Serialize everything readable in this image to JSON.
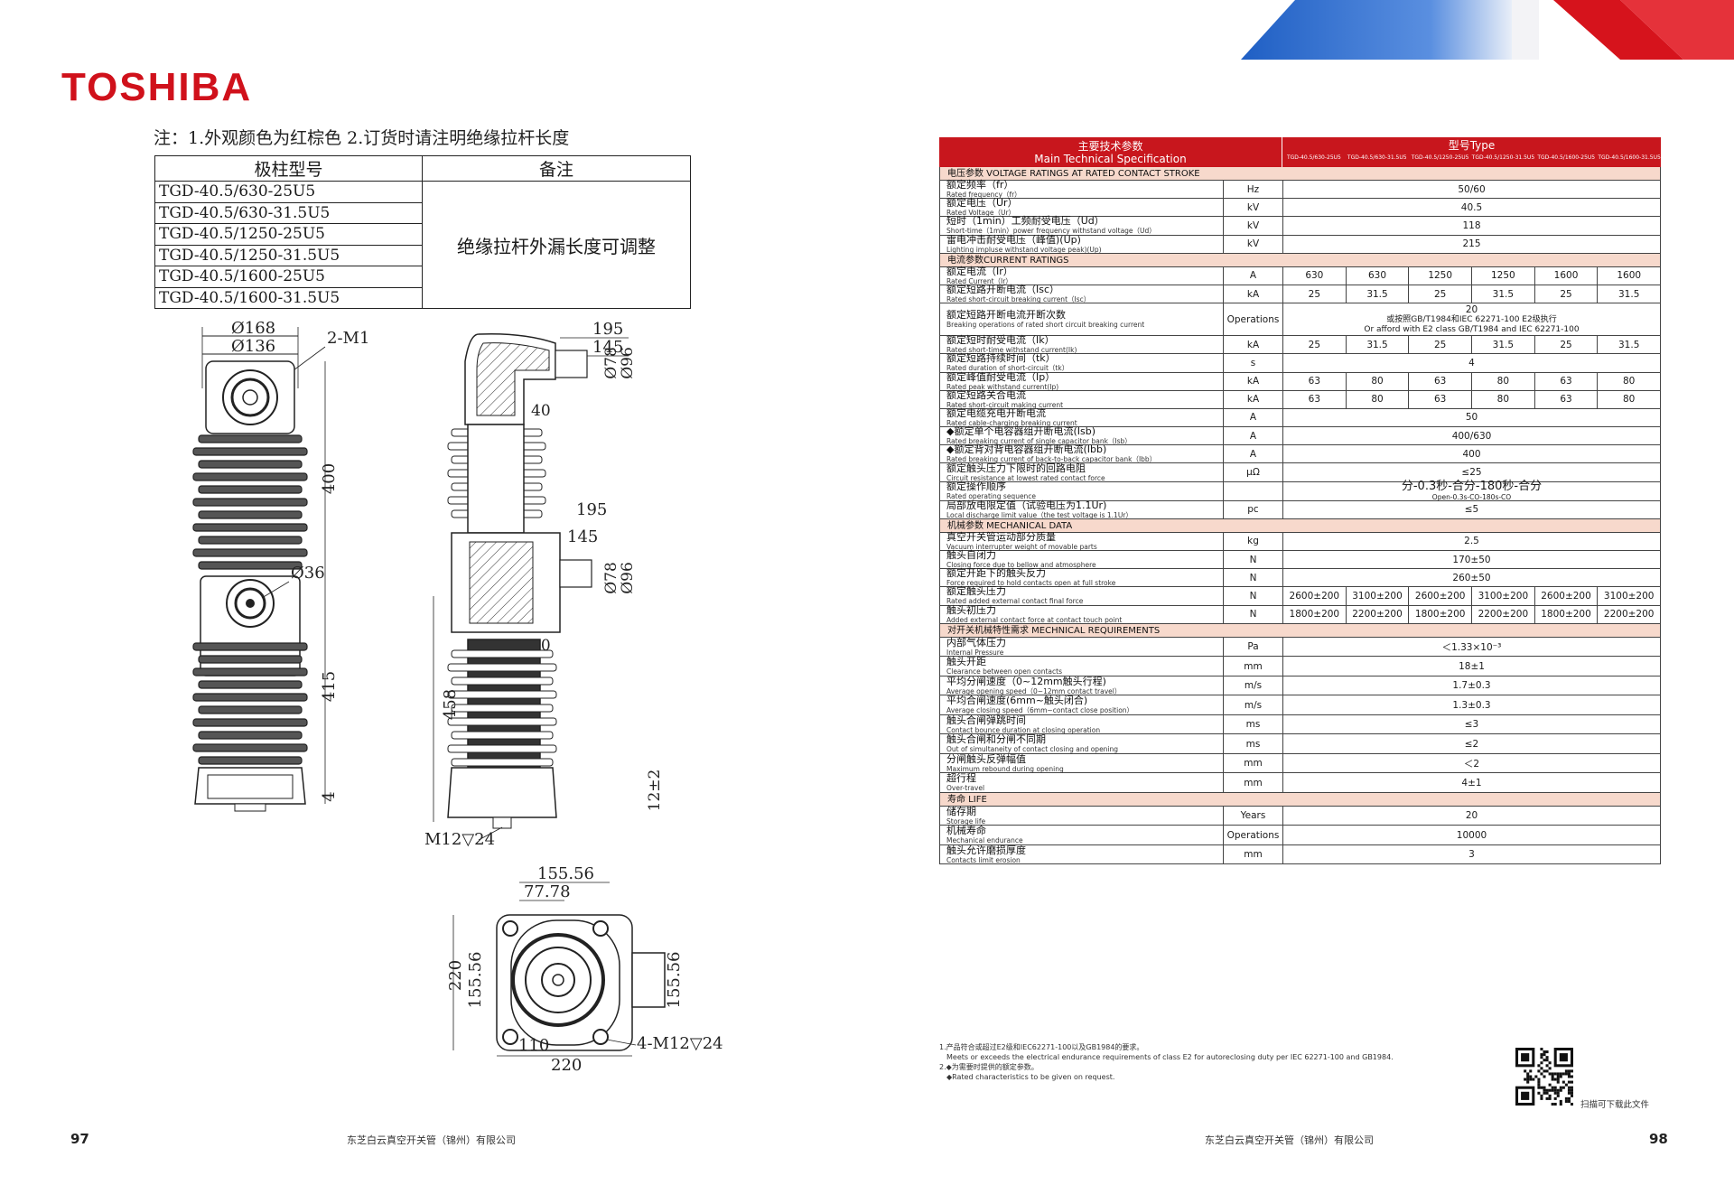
{
  "left_page": {
    "brand": "TOSHIBA",
    "note": "注：1.外观颜色为红棕色 2.订货时请注明绝缘拉杆长度",
    "model_table": {
      "headers": [
        "极柱型号",
        "备注"
      ],
      "models": [
        "TGD-40.5/630-25U5",
        "TGD-40.5/630-31.5U5",
        "TGD-40.5/1250-25U5",
        "TGD-40.5/1250-31.5U5",
        "TGD-40.5/1600-25U5",
        "TGD-40.5/1600-31.5U5"
      ],
      "remark": "绝缘拉杆外漏长度可调整"
    },
    "dimensions": {
      "d168": "Ø168",
      "d136": "Ø136",
      "m16": "2-M16",
      "h400": "400",
      "d36": "Ø36",
      "h415": "415",
      "h4": "4",
      "w195a": "195",
      "w145a": "145",
      "d78a": "Ø78",
      "d96a": "Ø96",
      "w40a": "40",
      "w195b": "195",
      "w145b": "145",
      "d78b": "Ø78",
      "d96b": "Ø96",
      "w40b": "40",
      "h458": "458",
      "h12": "12±2",
      "m12": "M12▽24",
      "w15556": "155.56",
      "w7778": "77.78",
      "h220": "220",
      "h15556a": "155.56",
      "h15556b": "155.56",
      "w110": "110",
      "w220": "220",
      "m12b": "4-M12▽24"
    },
    "page_number": "97",
    "company": "东芝白云真空开关管（锦州）有限公司"
  },
  "right_page": {
    "header": {
      "cn": "主要技术参数",
      "en": "Main Technical Specification",
      "type_label": "型号Type",
      "types": [
        "TGD-40.5/630-25U5",
        "TGD-40.5/630-31.5U5",
        "TGD-40.5/1250-25U5",
        "TGD-40.5/1250-31.5U5",
        "TGD-40.5/1600-25U5",
        "TGD-40.5/1600-31.5U5"
      ]
    },
    "sections": [
      {
        "title": "电压参数 VOLTAGE RATINGS AT RATED CONTACT STROKE",
        "rows": [
          {
            "cn": "额定频率（fr）",
            "en": "Rated frequency（fr）",
            "unit": "Hz",
            "values": [
              "50/60"
            ]
          },
          {
            "cn": "额定电压（Ur）",
            "en": "Rated Voltage（Ur）",
            "unit": "kV",
            "values": [
              "40.5"
            ]
          },
          {
            "cn": "短时（1min）工频耐受电压（Ud）",
            "en": "Short-time（1min）power frequency withstand voltage（Ud）",
            "unit": "kV",
            "values": [
              "118"
            ]
          },
          {
            "cn": "雷电冲击耐受电压（峰值)(Up)",
            "en": "Lighting impluse withstand voltage peak)(Up)",
            "unit": "kV",
            "values": [
              "215"
            ]
          }
        ]
      },
      {
        "title": "电流参数CURRENT RATINGS",
        "rows": [
          {
            "cn": "额定电流（Ir）",
            "en": "Rated Current（Ir）",
            "unit": "A",
            "values": [
              "630",
              "630",
              "1250",
              "1250",
              "1600",
              "1600"
            ]
          },
          {
            "cn": "额定短路开断电流（Isc）",
            "en": "Rated short-circuit breaking current（Isc）",
            "unit": "kA",
            "values": [
              "25",
              "31.5",
              "25",
              "31.5",
              "25",
              "31.5"
            ]
          },
          {
            "cn": "额定短路开断电流开断次数",
            "en": "Breaking operations of rated short circuit breaking current",
            "unit": "Operations",
            "values": [
              "20"
            ],
            "sub": "或按照GB/T1984和IEC 62271-100 E2级执行",
            "sub2": "Or afford with E2 class GB/T1984 and IEC 62271-100",
            "tall": true
          },
          {
            "cn": "额定短时耐受电流（Ik）",
            "en": "Rated short-time withstand current(Ik)",
            "unit": "kA",
            "values": [
              "25",
              "31.5",
              "25",
              "31.5",
              "25",
              "31.5"
            ]
          },
          {
            "cn": "额定短路持续时间（tk）",
            "en": "Rated duration of short-circuit（tk）",
            "unit": "s",
            "values": [
              "4"
            ]
          },
          {
            "cn": "额定峰值耐受电流（Ip）",
            "en": "Rated peak withstand current(Ip)",
            "unit": "kA",
            "values": [
              "63",
              "80",
              "63",
              "80",
              "63",
              "80"
            ]
          },
          {
            "cn": "额定短路关合电流",
            "en": "Rated short-circuit making current",
            "unit": "kA",
            "values": [
              "63",
              "80",
              "63",
              "80",
              "63",
              "80"
            ]
          },
          {
            "cn": "额定电缆充电开断电流",
            "en": "Rated cable-charging breaking current",
            "unit": "A",
            "values": [
              "50"
            ]
          },
          {
            "cn": "◆额定单个电容器组开断电流(Isb)",
            "en": "Rated breaking current of single capacitor bank（Isb）",
            "unit": "A",
            "values": [
              "400/630"
            ]
          },
          {
            "cn": "◆额定背对背电容器组开断电流(Ibb)",
            "en": "Rated breaking current of back-to-back capacitor bank（Ibb）",
            "unit": "A",
            "values": [
              "400"
            ]
          },
          {
            "cn": "额定触头压力下限时的回路电阻",
            "en": "Circuit resistance at lowest rated contact force",
            "unit": "μΩ",
            "values": [
              "≤25"
            ]
          },
          {
            "cn": "额定操作顺序",
            "en": "Rated operating sequence",
            "unit": "",
            "values": [
              "分-0.3秒-合分-180秒-合分"
            ],
            "sub2": "Open-0.3s-CO-180s-CO",
            "big": true
          },
          {
            "cn": "局部放电限定值（试验电压为1.1Ur)",
            "en": "Local discharge limit value（the test voltage is 1.1Ur）",
            "unit": "pc",
            "values": [
              "≤5"
            ]
          }
        ]
      },
      {
        "title": "机械参数 MECHANICAL DATA",
        "rows": [
          {
            "cn": "真空开关管运动部分质量",
            "en": "Vacuum interrupter weight of movable parts",
            "unit": "kg",
            "values": [
              "2.5"
            ]
          },
          {
            "cn": "触头自闭力",
            "en": "Closing force due to bellow and atmosphere",
            "unit": "N",
            "values": [
              "170±50"
            ]
          },
          {
            "cn": "额定开距下的触头反力",
            "en": "Force required to hold contacts open at full stroke",
            "unit": "N",
            "values": [
              "260±50"
            ]
          },
          {
            "cn": "额定触头压力",
            "en": "Rated added external contact final force",
            "unit": "N",
            "values": [
              "2600±200",
              "3100±200",
              "2600±200",
              "3100±200",
              "2600±200",
              "3100±200"
            ]
          },
          {
            "cn": "触头初压力",
            "en": "Added external contact force at contact touch point",
            "unit": "N",
            "values": [
              "1800±200",
              "2200±200",
              "1800±200",
              "2200±200",
              "1800±200",
              "2200±200"
            ]
          }
        ]
      },
      {
        "title": "对开关机械特性需求 MECHNICAL REQUIREMENTS",
        "rows": [
          {
            "cn": "内部气体压力",
            "en": "Internal Pressure",
            "unit": "Pa",
            "values": [
              "＜1.33×10⁻³"
            ]
          },
          {
            "cn": "触头开距",
            "en": "Clearance between open contacts",
            "unit": "mm",
            "values": [
              "18±1"
            ]
          },
          {
            "cn": "平均分闸速度（0~12mm触头行程)",
            "en": "Average opening speed（0~12mm contact travel）",
            "unit": "m/s",
            "values": [
              "1.7±0.3"
            ]
          },
          {
            "cn": "平均合闸速度(6mm~触头闭合)",
            "en": "Average closing speed（6mm~contact close position）",
            "unit": "m/s",
            "values": [
              "1.3±0.3"
            ]
          },
          {
            "cn": "触头合闸弹跳时间",
            "en": "Contact bounce duration at closing operation",
            "unit": "ms",
            "values": [
              "≤3"
            ]
          },
          {
            "cn": "触头合闸和分闸不同期",
            "en": "Out of simultaneity of contact closing and opening",
            "unit": "ms",
            "values": [
              "≤2"
            ]
          },
          {
            "cn": "分闸触头反弹幅值",
            "en": "Maximum rebound during opening",
            "unit": "mm",
            "values": [
              "＜2"
            ]
          },
          {
            "cn": "超行程",
            "en": "Over-travel",
            "unit": "mm",
            "values": [
              "4±1"
            ]
          }
        ]
      },
      {
        "title": "寿命 LIFE",
        "rows": [
          {
            "cn": "储存期",
            "en": "Storage life",
            "unit": "Years",
            "values": [
              "20"
            ]
          },
          {
            "cn": "机械寿命",
            "en": "Mechanical endurance",
            "unit": "Operations",
            "values": [
              "10000"
            ]
          },
          {
            "cn": "触头允许磨损厚度",
            "en": "Contacts limit erosion",
            "unit": "mm",
            "values": [
              "3"
            ]
          }
        ]
      }
    ],
    "footnotes": [
      "1.产品符合或超过E2级和IEC62271-100以及GB1984的要求。",
      "Meets or exceeds the electrical endurance requirements of class E2 for autoreclosing duty per IEC 62271-100 and GB1984.",
      "2.◆为需要时提供的额定参数。",
      "◆Rated characteristics to be given on request."
    ],
    "qr_label": "扫描可下载此文件",
    "page_number": "98",
    "company": "东芝白云真空开关管（锦州）有限公司"
  },
  "colors": {
    "brand_red": "#d0111b",
    "header_red": "#c8161d",
    "section_pink": "#f7d9cc",
    "banner_blue": "#1f5fc4"
  }
}
